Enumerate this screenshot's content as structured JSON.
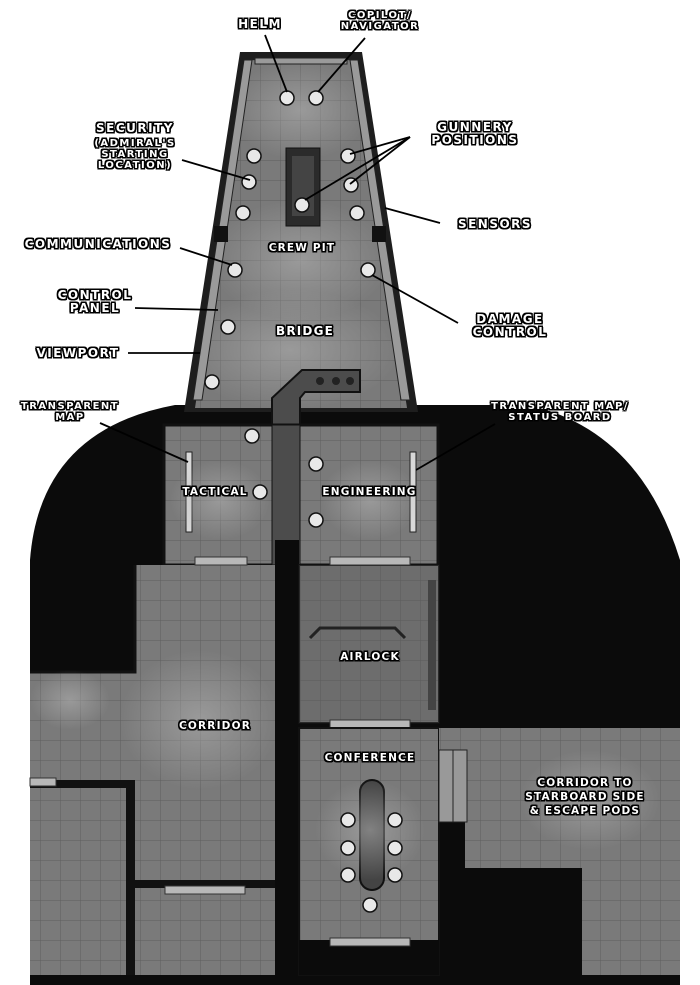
{
  "labels": {
    "helm": "HELM",
    "copilot": "COPILOT/\nNAVIGATOR",
    "security": "SECURITY",
    "security_note": "(ADMIRAL'S\nSTARTING\nLOCATION)",
    "gunnery": "GUNNERY\nPOSITIONS",
    "sensors": "SENSORS",
    "communications": "COMMUNICATIONS",
    "crew_pit": "CREW PIT",
    "control_panel": "CONTROL\nPANEL",
    "damage_control": "DAMAGE\nCONTROL",
    "bridge": "BRIDGE",
    "viewport": "VIEWPORT",
    "transparent_map_left": "TRANSPARENT\nMAP",
    "transparent_map_right": "TRANSPARENT MAP/\nSTATUS BOARD",
    "tactical": "TACTICAL",
    "engineering": "ENGINEERING",
    "airlock": "AIRLOCK",
    "corridor": "CORRIDOR",
    "conference": "CONFERENCE",
    "corridor_starboard": "CORRIDOR TO\nSTARBOARD SIDE\n& ESCAPE PODS"
  },
  "colors": {
    "hull": "#0a0a0a",
    "floor": "#7c7c7c",
    "grid": "#5a5a5a",
    "wall": "#1a1a1a",
    "console": "#4a4a4a"
  }
}
